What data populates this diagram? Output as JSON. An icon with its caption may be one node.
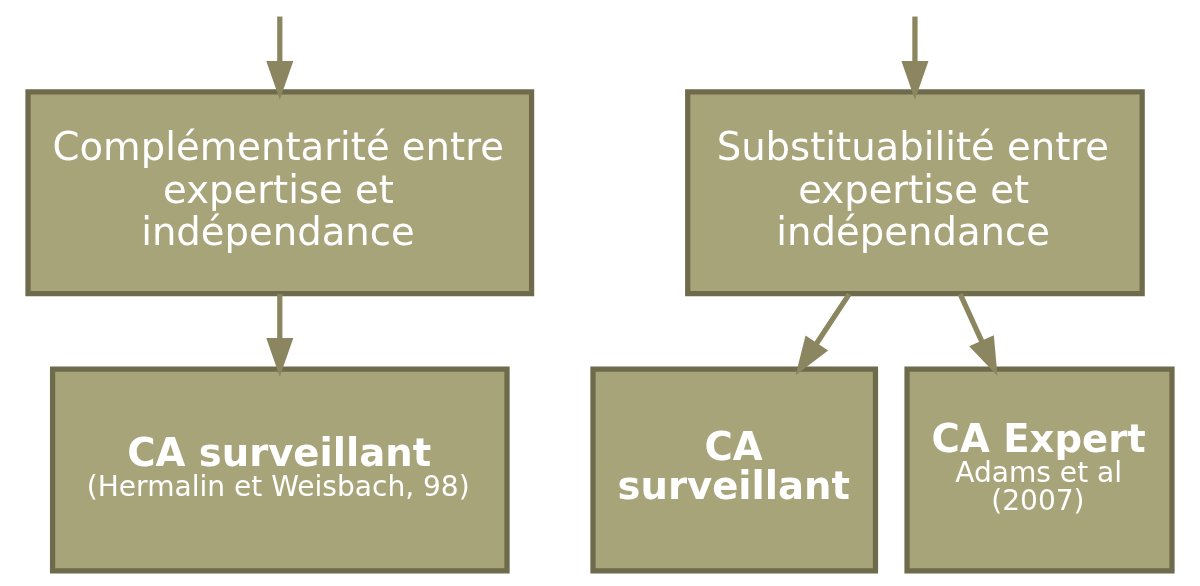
{
  "diagram": {
    "nodes": [
      {
        "text": [
          "Complémentarité entre expertise et indépendance"
        ]
      },
      {
        "text": [
          "CA surveillant",
          "(Hermalin et Weisbach, 98)"
        ]
      },
      {
        "text": [
          "Substituabilité entre expertise et indépendance"
        ]
      },
      {
        "text": [
          "CA surveillant"
        ]
      },
      {
        "text": [
          "CA Expert",
          "Adams et al (2007)"
        ]
      }
    ],
    "edges": [
      {
        "from": null,
        "to": 0,
        "arrow": "to"
      },
      {
        "from": null,
        "to": 2,
        "arrow": "to"
      },
      {
        "from": 0,
        "to": 1,
        "arrow": "to"
      },
      {
        "from": 2,
        "to": 3,
        "arrow": "to"
      },
      {
        "from": 2,
        "to": 4,
        "arrow": "to"
      }
    ]
  }
}
